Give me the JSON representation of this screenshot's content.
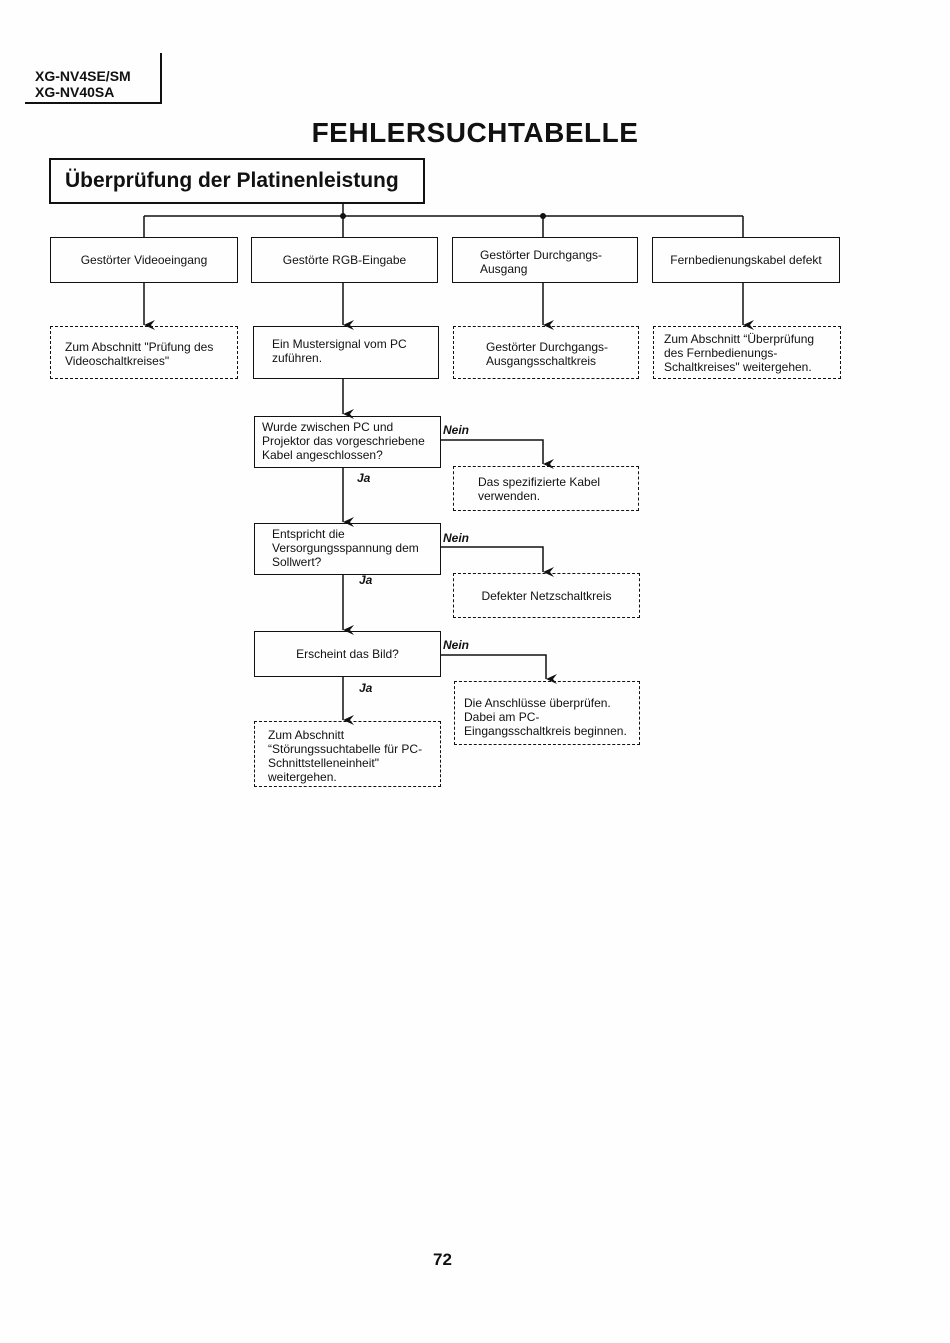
{
  "header": {
    "model_line1": "XG-NV4SE/SM",
    "model_line2": "XG-NV40SA"
  },
  "title": "FEHLERSUCHTABELLE",
  "section_title": "Überprüfung der Platinenleistung",
  "symptoms": {
    "video": "Gestörter Videoeingang",
    "rgb": "Gestörte RGB-Eingabe",
    "through": "Gestörter Durchgangs-Ausgang",
    "remote": "Fernbedienungskabel defekt"
  },
  "actions": {
    "video": "Zum Abschnitt \"Prüfung des Videoschaltkreises\"",
    "rgb": "Ein Mustersignal vom PC zuführen.",
    "through": "Gestörter Durchgangs-Ausgangsschaltkreis",
    "remote": "Zum Abschnitt “Überprüfung des Fernbedienungs-Schaltkreises\" weitergehen."
  },
  "questions": {
    "q1": "Wurde zwischen PC und Projektor das vorgeschriebene Kabel angeschlossen?",
    "q2": "Entspricht die Versorgungsspannung dem Sollwert?",
    "q3": "Erscheint das Bild?"
  },
  "results": {
    "r1": "Das spezifizierte Kabel verwenden.",
    "r2": "Defekter Netzschaltkreis",
    "r3": "Die Anschlüsse überprüfen. Dabei am PC-Eingangsschaltkreis beginnen.",
    "final": "Zum Abschnitt “Störungssuchtabelle für PC-Schnittstelleneinheit\" weitergehen."
  },
  "branch_labels": {
    "no": "Nein",
    "yes": "Ja"
  },
  "page_number": "72"
}
